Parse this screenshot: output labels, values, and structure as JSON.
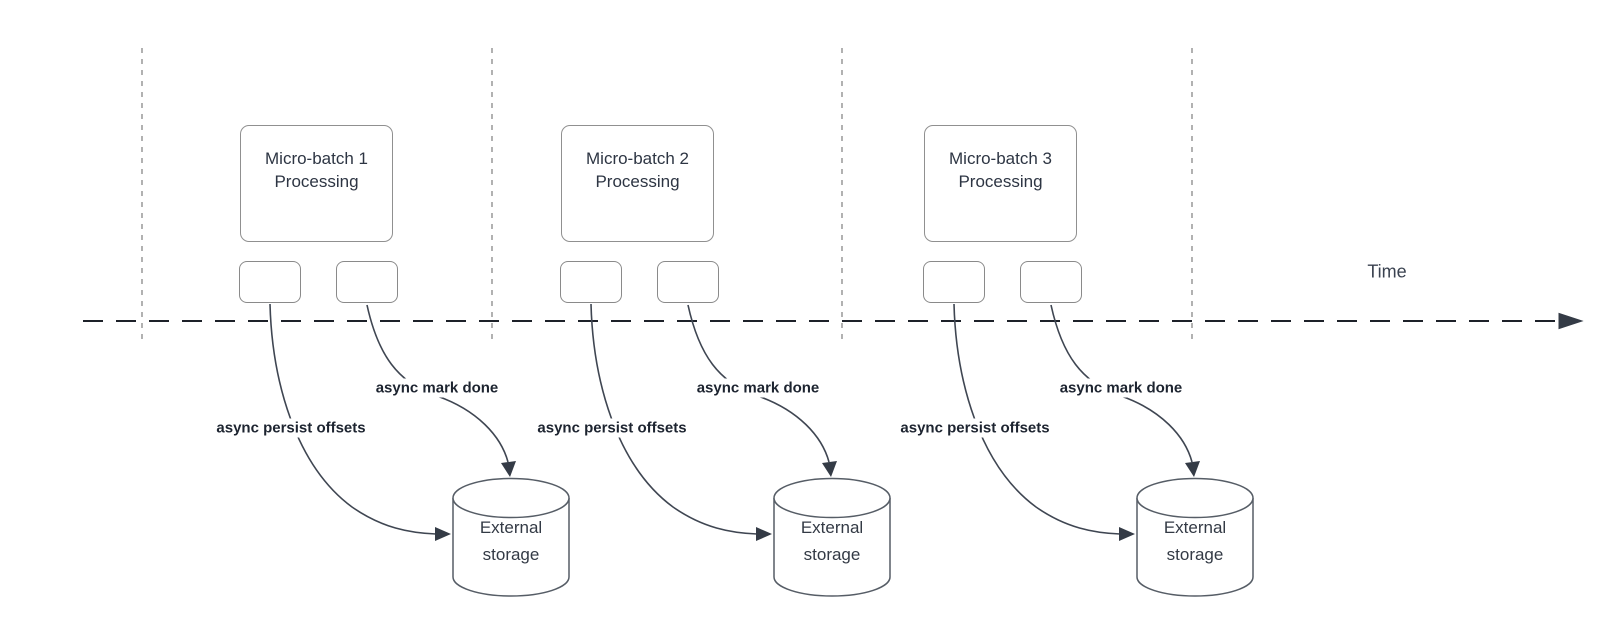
{
  "time_label": "Time",
  "sections": [
    {
      "title_line1": "Micro-batch 1",
      "title_line2": "Processing",
      "persist_label": "async persist offsets",
      "mark_label": "async mark done",
      "storage_line1": "External",
      "storage_line2": "storage"
    },
    {
      "title_line1": "Micro-batch 2",
      "title_line2": "Processing",
      "persist_label": "async persist offsets",
      "mark_label": "async mark done",
      "storage_line1": "External",
      "storage_line2": "storage"
    },
    {
      "title_line1": "Micro-batch 3",
      "title_line2": "Processing",
      "persist_label": "async persist offsets",
      "mark_label": "async mark done",
      "storage_line1": "External",
      "storage_line2": "storage"
    }
  ],
  "colors": {
    "background": "#ffffff",
    "box_border": "#909090",
    "box_text": "#2d3543",
    "edge_stroke": "#3f4652",
    "edge_label_text": "#1d2430",
    "timeline_stroke": "#1d2129",
    "guide_stroke": "#9e9e9e"
  }
}
